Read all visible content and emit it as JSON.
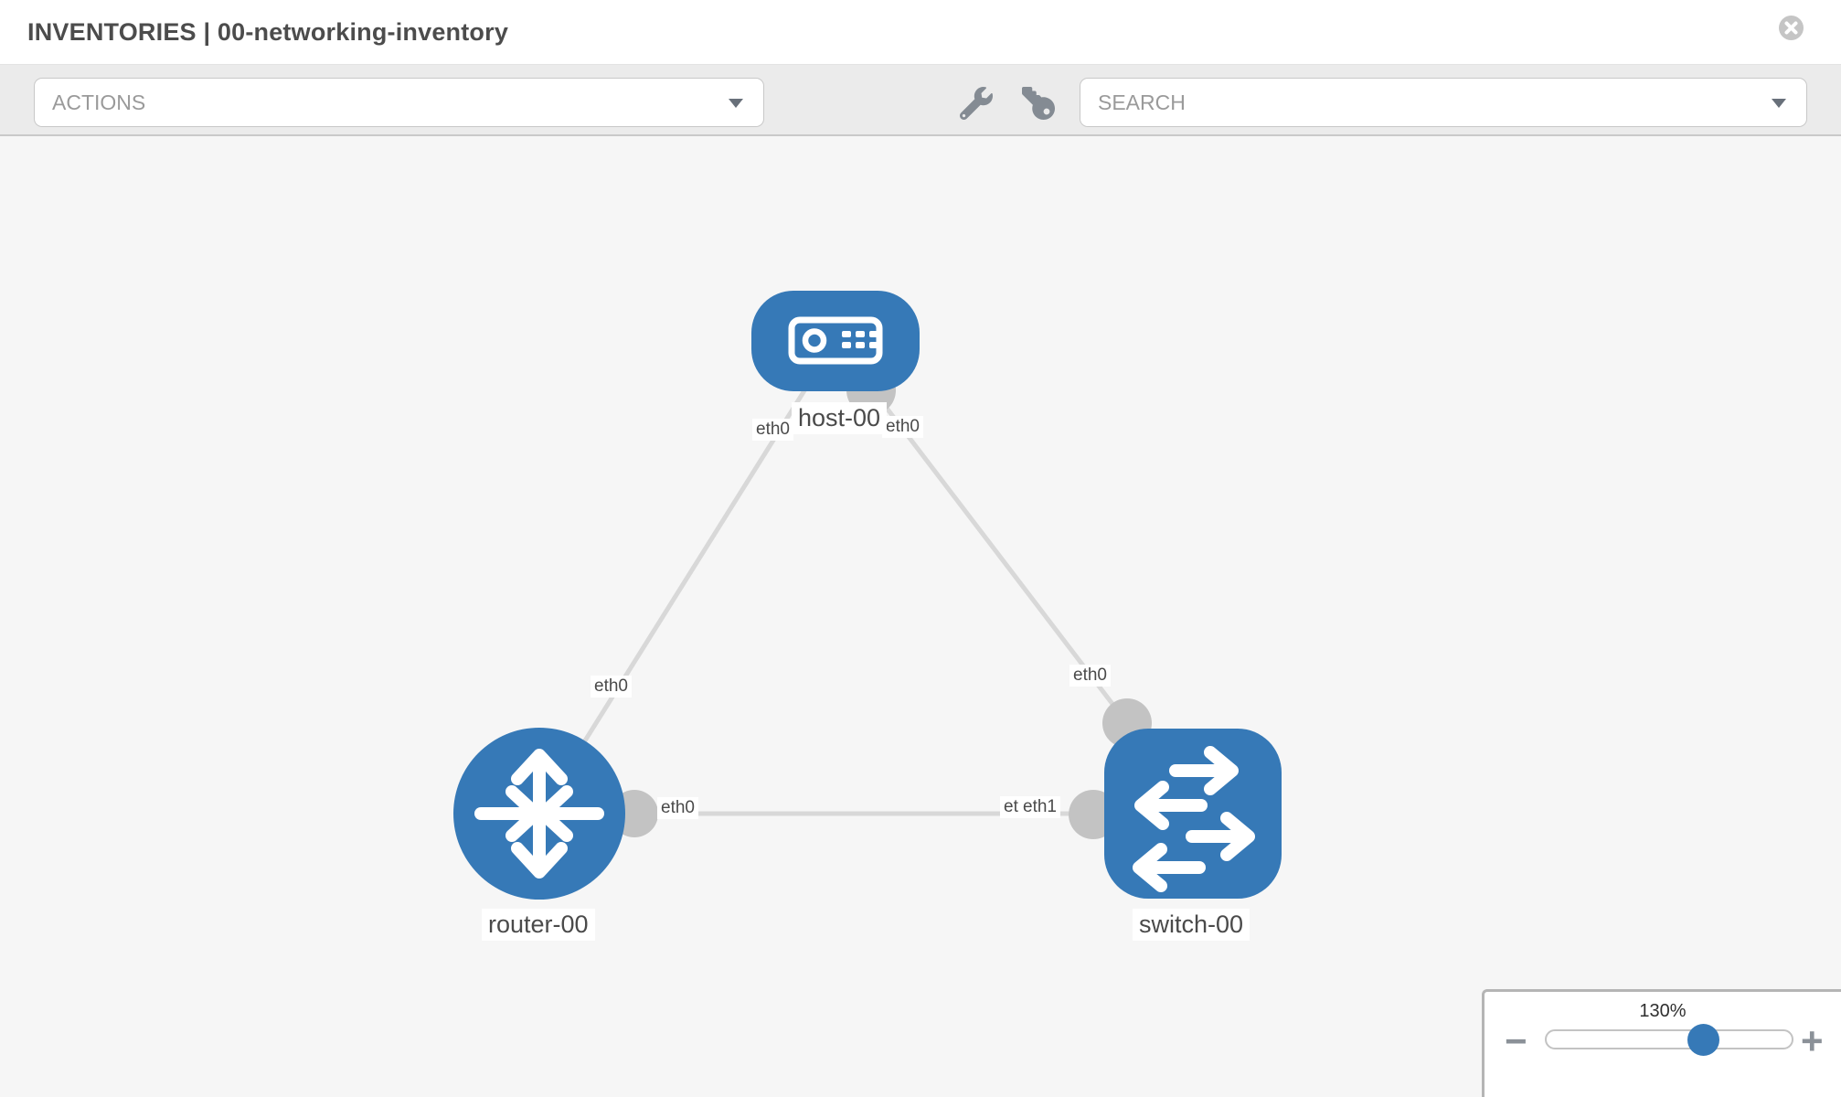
{
  "header": {
    "title": "INVENTORIES | 00-networking-inventory"
  },
  "toolbar": {
    "actions_label": "ACTIONS",
    "search_label": "SEARCH"
  },
  "canvas": {
    "nodes": [
      {
        "label": "host-00",
        "type": "host"
      },
      {
        "label": "router-00",
        "type": "router"
      },
      {
        "label": "switch-00",
        "type": "switch"
      }
    ],
    "links": [
      {
        "from": "host-00",
        "to": "router-00",
        "from_interface": "eth0",
        "to_interface": "eth0"
      },
      {
        "from": "host-00",
        "to": "switch-00",
        "from_interface": "eth0",
        "to_interface": "eth0"
      },
      {
        "from": "router-00",
        "to": "switch-00",
        "from_interface": "eth0",
        "to_interface": "eth1"
      }
    ],
    "interface_labels": [
      {
        "text": "eth0"
      },
      {
        "text": "eth0"
      },
      {
        "text": "eth0"
      },
      {
        "text": "eth0"
      },
      {
        "text": "eth0"
      },
      {
        "text": "eth0"
      },
      {
        "text": "eth1"
      }
    ]
  },
  "zoom_control": {
    "level": "130%",
    "minus_glyph": "−",
    "plus_glyph": "+"
  },
  "icons": {
    "close": "close-icon",
    "wrench": "wrench-icon",
    "key": "key-icon",
    "caret": "chevron-down-icon",
    "host": "server-icon",
    "router": "router-arrows-icon",
    "switch": "switch-arrows-icon",
    "zoom_out": "minus-icon",
    "zoom_in": "plus-icon"
  },
  "colors": {
    "node_blue": "#3679b7",
    "link_gray": "#d8d8d8",
    "interface_gray": "#c3c3c3",
    "toolbar_bg": "#ebebeb",
    "canvas_bg": "#f6f6f6"
  }
}
